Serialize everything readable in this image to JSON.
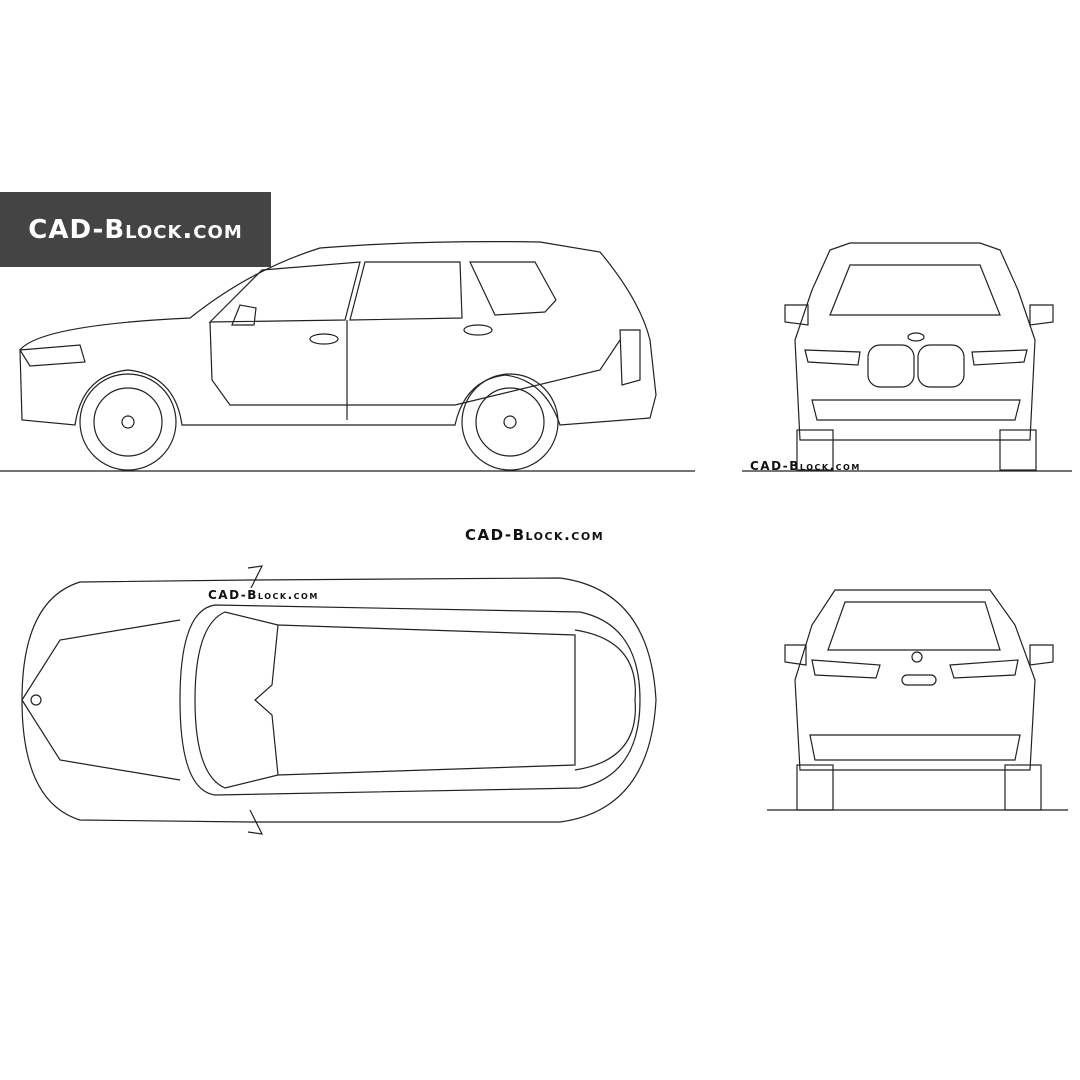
{
  "banner": {
    "text": "CAD-Block.com",
    "background": "#444444",
    "color": "#ffffff"
  },
  "watermarks": {
    "front_view": "CAD-Block.com",
    "center": "CAD-Block.com",
    "top_view": "CAD-Block.com"
  },
  "views": [
    "side",
    "front",
    "top",
    "rear"
  ]
}
